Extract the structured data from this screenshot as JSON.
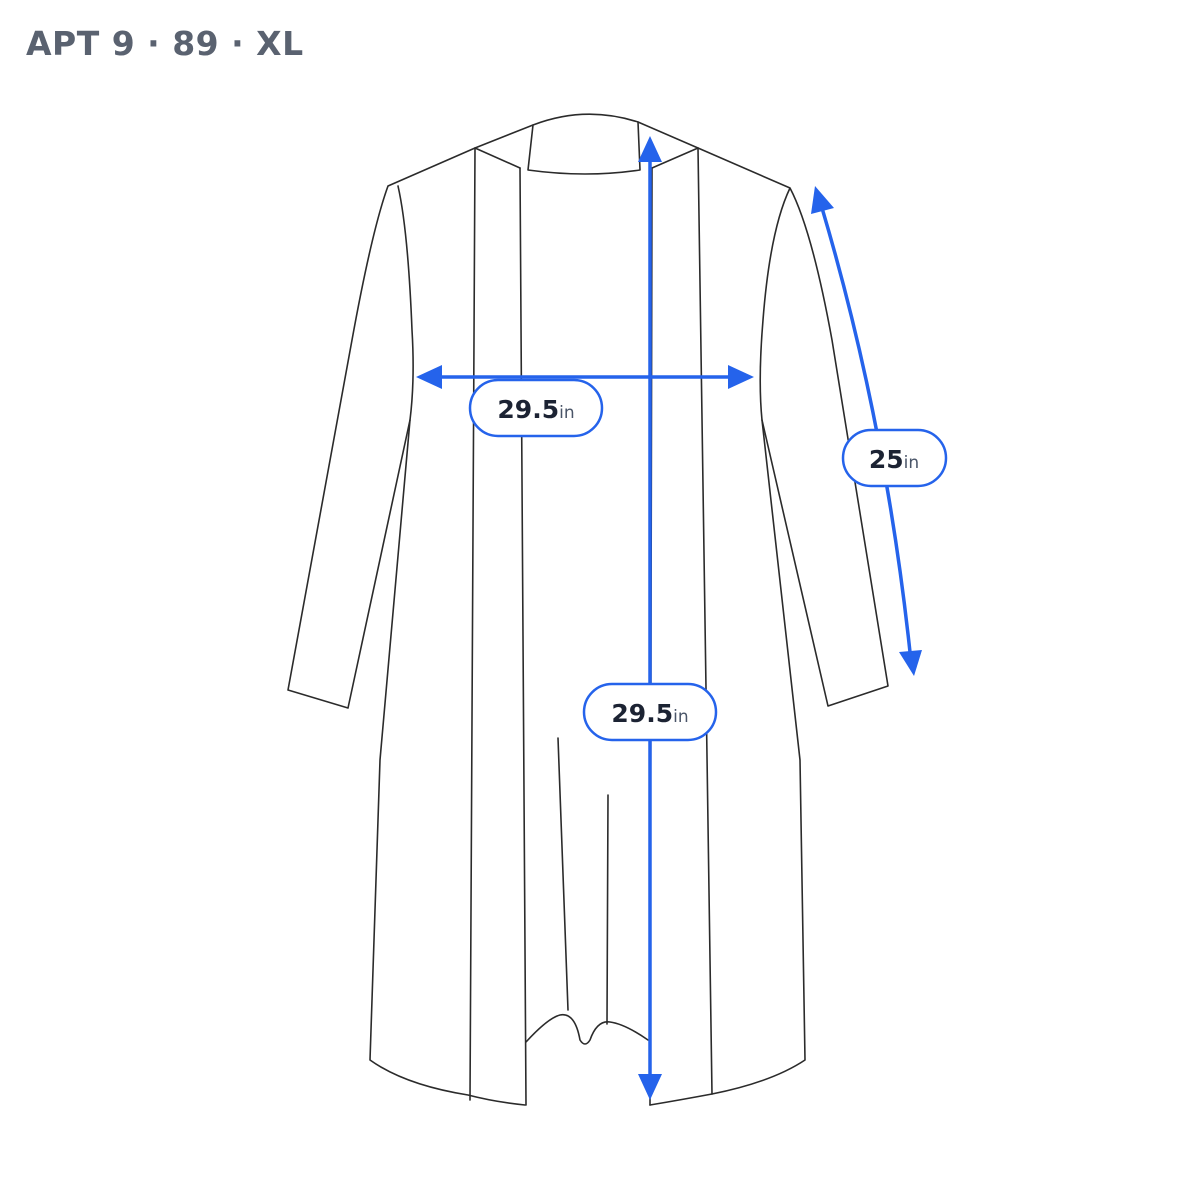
{
  "header": {
    "brand": "APT 9",
    "price": "89",
    "size": "XL",
    "separator": " · "
  },
  "measurements": {
    "chest": {
      "value": "29.5",
      "unit": "in"
    },
    "length": {
      "value": "29.5",
      "unit": "in"
    },
    "sleeve": {
      "value": "25",
      "unit": "in"
    }
  },
  "colors": {
    "accent": "#2563eb",
    "outline": "#2b2b2b",
    "header_text": "#5a6270"
  }
}
